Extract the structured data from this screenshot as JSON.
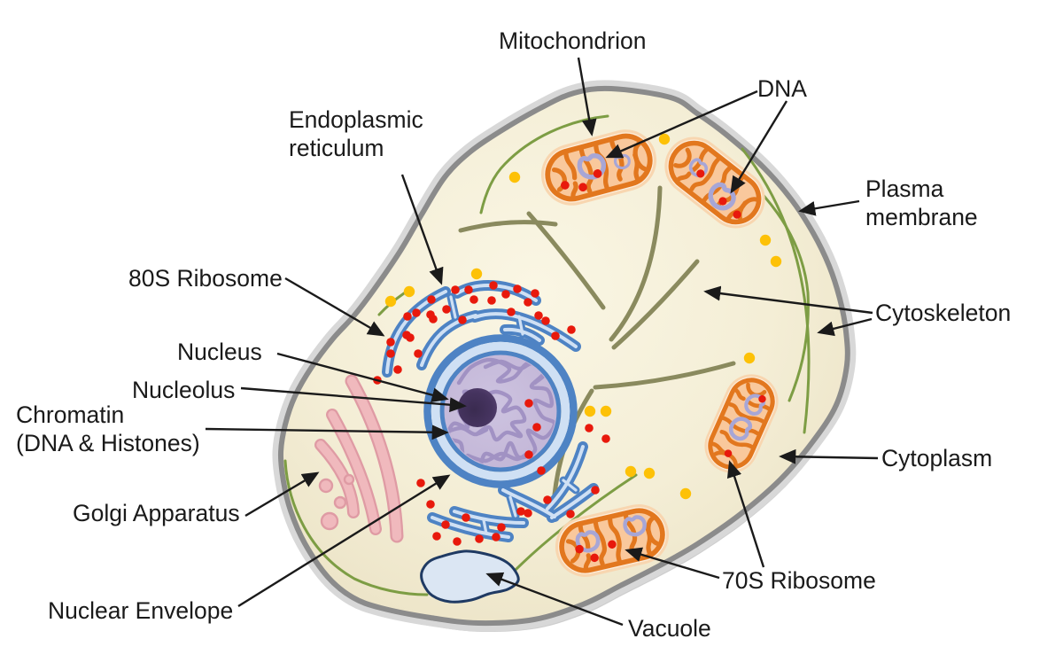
{
  "diagram": {
    "type": "eukaryotic-cell-diagram",
    "labels": {
      "mitochondrion": "Mitochondrion",
      "dna": "DNA",
      "endoplasmic_reticulum": "Endoplasmic\nreticulum",
      "plasma_membrane": "Plasma\nmembrane",
      "ribosome_80s": "80S Ribosome",
      "cytoskeleton": "Cytoskeleton",
      "nucleus": "Nucleus",
      "nucleolus": "Nucleolus",
      "chromatin": "Chromatin\n(DNA & Histones)",
      "cytoplasm": "Cytoplasm",
      "golgi_apparatus": "Golgi Apparatus",
      "ribosome_70s": "70S Ribosome",
      "nuclear_envelope": "Nuclear Envelope",
      "vacuole": "Vacuole"
    },
    "colors": {
      "background": "#ffffff",
      "cell_fill_center": "#faf6e4",
      "cell_fill_edge": "#eae1c3",
      "membrane": "#8b8b8b",
      "membrane_halo": "#d8d8d8",
      "membrane_shadow": "#aeaeae",
      "er_blue": "#4e83c4",
      "er_lumen": "#cfe0f4",
      "nucleus_fill": "#c9bedd",
      "chromatin": "#a090c2",
      "nucleolus_dark": "#3a2b50",
      "nucleolus_light": "#5f4b7d",
      "mito_outline": "#e2771e",
      "mito_fill": "#f9c89c",
      "mito_halo": "#f8d6b0",
      "mito_dna": "#a7a6d6",
      "ribosome_red": "#e8190c",
      "vesicle_yellow": "#fdc107",
      "microtubule_olive": "#8a8a5e",
      "microfilament_green": "#7d9d44",
      "golgi_fill": "#f0b9bd",
      "golgi_stroke": "#df9ba4",
      "vacuole_fill": "#dbe6f3",
      "vacuole_stroke": "#1f3a63",
      "label_text": "#1a1a1a",
      "arrow": "#1a1a1a"
    }
  }
}
